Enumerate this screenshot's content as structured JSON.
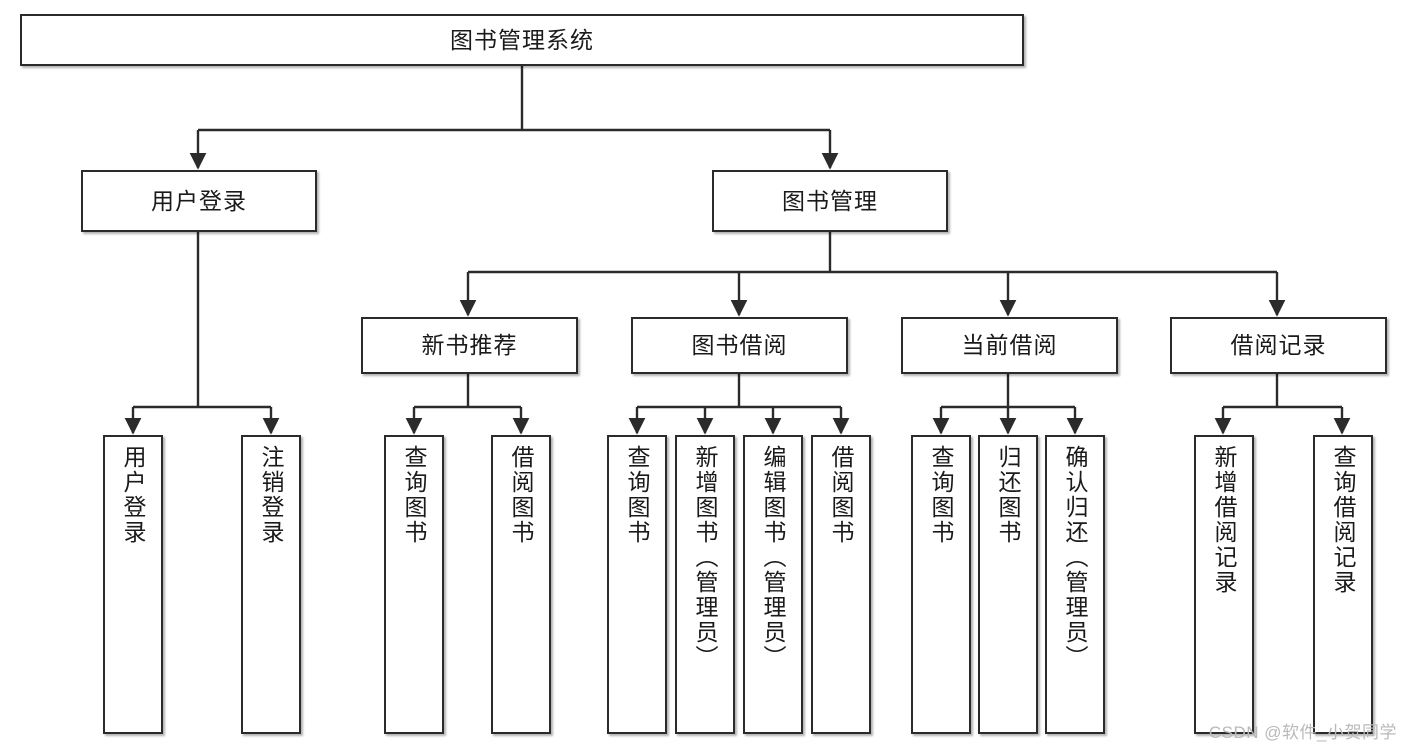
{
  "diagram": {
    "title": "图书管理系统",
    "type": "tree",
    "watermark": "CSDN @软件_小贺同学",
    "colors": {
      "background": "#ffffff",
      "box_border": "#2b2b2b",
      "box_fill": "#ffffff",
      "connector": "#2b2b2b",
      "text": "#1a1a1a",
      "watermark": "#b9b9b9"
    },
    "nodes": {
      "root": {
        "label": "图书管理系统"
      },
      "level2": [
        {
          "id": "user-login",
          "label": "用户登录"
        },
        {
          "id": "book-manage",
          "label": "图书管理"
        }
      ],
      "level3": [
        {
          "id": "new-book-recommend",
          "label": "新书推荐"
        },
        {
          "id": "book-borrow",
          "label": "图书借阅"
        },
        {
          "id": "current-borrow",
          "label": "当前借阅"
        },
        {
          "id": "borrow-record",
          "label": "借阅记录"
        }
      ],
      "leaves": {
        "user-login": [
          {
            "id": "leaf-user-login",
            "label": "用户登录"
          },
          {
            "id": "leaf-logout",
            "label": "注销登录"
          }
        ],
        "new-book-recommend": [
          {
            "id": "leaf-query-book-1",
            "label": "查询图书"
          },
          {
            "id": "leaf-borrow-book-1",
            "label": "借阅图书"
          }
        ],
        "book-borrow": [
          {
            "id": "leaf-query-book-2",
            "label": "查询图书"
          },
          {
            "id": "leaf-add-book",
            "label": "新增图书（管理员）"
          },
          {
            "id": "leaf-edit-book",
            "label": "编辑图书（管理员）"
          },
          {
            "id": "leaf-borrow-book-2",
            "label": "借阅图书"
          }
        ],
        "current-borrow": [
          {
            "id": "leaf-query-book-3",
            "label": "查询图书"
          },
          {
            "id": "leaf-return-book",
            "label": "归还图书"
          },
          {
            "id": "leaf-confirm-return",
            "label": "确认归还（管理员）"
          }
        ],
        "borrow-record": [
          {
            "id": "leaf-add-record",
            "label": "新增借阅记录"
          },
          {
            "id": "leaf-query-record",
            "label": "查询借阅记录"
          }
        ]
      }
    }
  }
}
